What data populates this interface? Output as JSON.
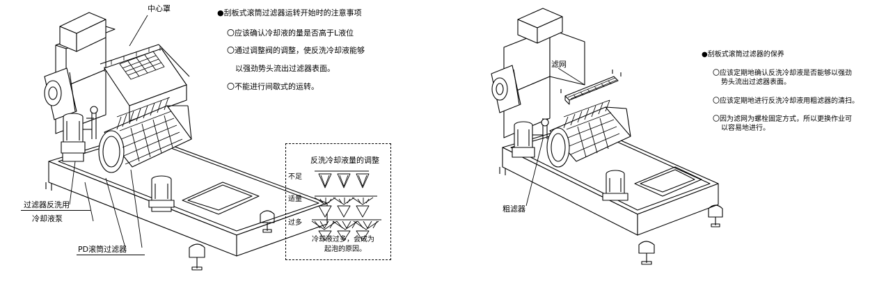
{
  "left_figure": {
    "labels": {
      "center_cover": "中心罩",
      "backwash_pump_line1": "过滤器反洗用",
      "backwash_pump_line2": "冷却液泵",
      "pd_filter": "PD滚筒过滤器"
    },
    "notes": {
      "heading": "●刮板式滚筒过滤器运转开始时的注意事项",
      "items": [
        "〇应该确认冷却液的量是否高于L液位",
        "〇通过调整阀的调整，使反洗冷却液能够",
        "以强劲势头流出过滤器表面。",
        "〇不能进行间歇式的运转。"
      ]
    },
    "inset": {
      "title": "反洗冷却液量的调整",
      "rows": [
        "不足",
        "适量",
        "过多"
      ],
      "caption_line1": "冷却液过多，会成为",
      "caption_line2": "起泡的原因。"
    }
  },
  "right_figure": {
    "labels": {
      "screen": "滤网",
      "coarse_filter": "粗滤器"
    },
    "notes": {
      "heading": "●刮板式滚筒过滤器的保养",
      "items": [
        "〇应该定期地确认反洗冷却液是否能够以强劲",
        "势头流出过滤器表面。",
        "〇应该定期地进行反洗冷却液用粗滤器的清扫。",
        "〇因为滤网为螺栓固定方式，所以更换作业可",
        "以容易地进行。"
      ]
    }
  }
}
